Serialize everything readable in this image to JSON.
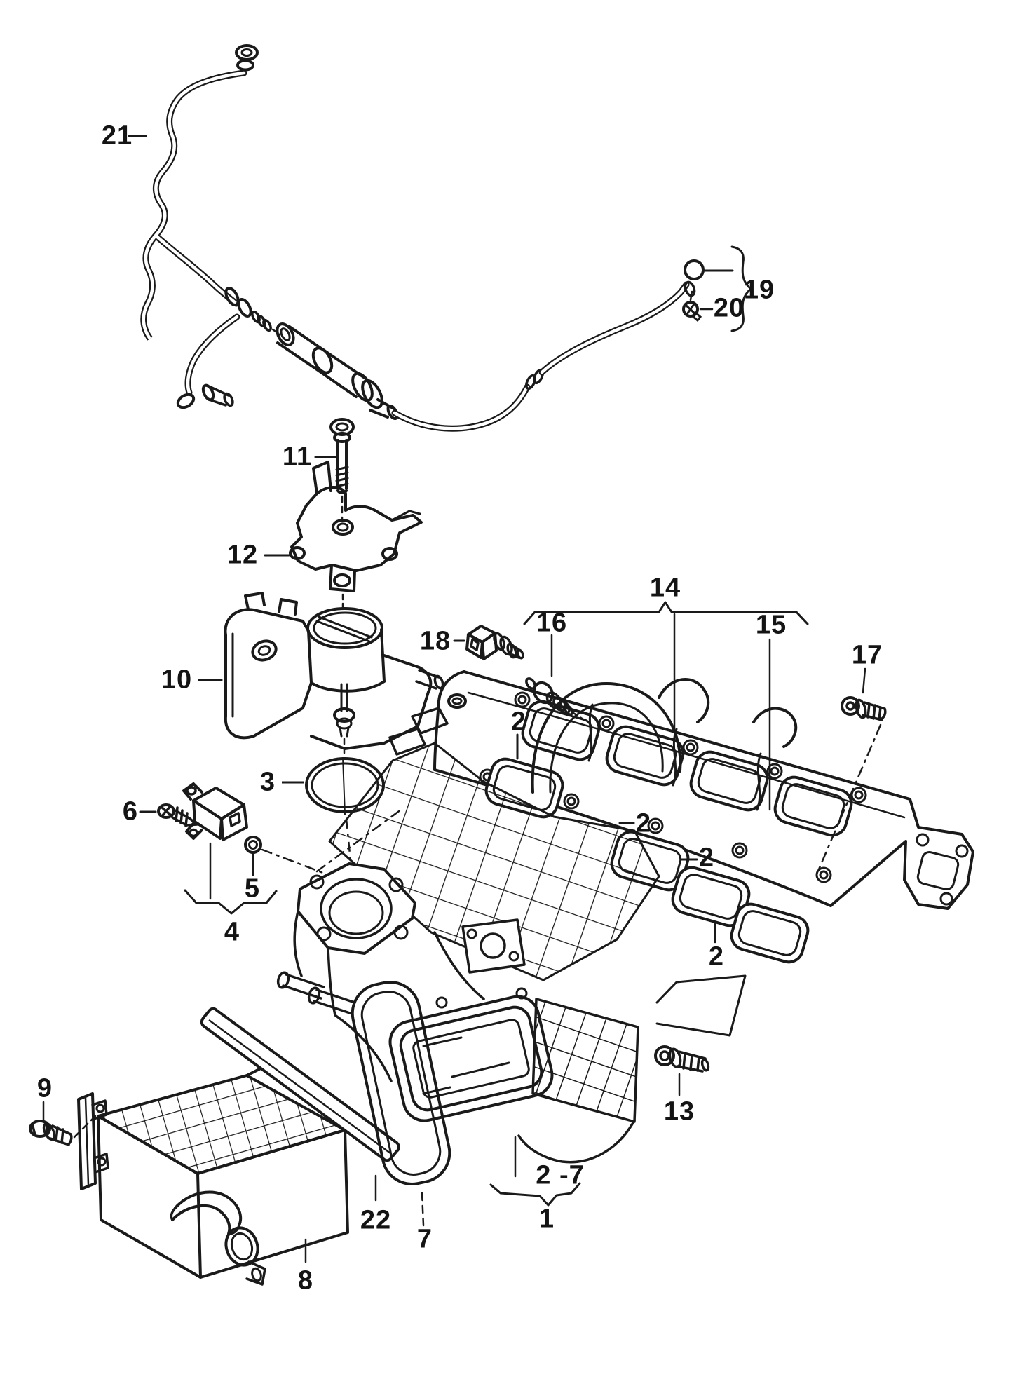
{
  "colors": {
    "background": "#ffffff",
    "line": "#1a1a1a"
  },
  "callouts": {
    "c21": {
      "text": "21"
    },
    "c19": {
      "text": "19"
    },
    "c20": {
      "text": "20"
    },
    "c11": {
      "text": "11"
    },
    "c12": {
      "text": "12"
    },
    "c10": {
      "text": "10"
    },
    "c18": {
      "text": "18"
    },
    "c16": {
      "text": "16"
    },
    "c14": {
      "text": "14"
    },
    "c15": {
      "text": "15"
    },
    "c17": {
      "text": "17"
    },
    "c3": {
      "text": "3"
    },
    "c6": {
      "text": "6"
    },
    "c5": {
      "text": "5"
    },
    "c4": {
      "text": "4"
    },
    "c2a": {
      "text": "2"
    },
    "c2b": {
      "text": "2"
    },
    "c2c": {
      "text": "2"
    },
    "c2d": {
      "text": "2"
    },
    "c9": {
      "text": "9"
    },
    "c8": {
      "text": "8"
    },
    "c22": {
      "text": "22"
    },
    "c7": {
      "text": "7"
    },
    "c2_7": {
      "text": "2 -7"
    },
    "c1": {
      "text": "1"
    },
    "c13": {
      "text": "13"
    }
  }
}
